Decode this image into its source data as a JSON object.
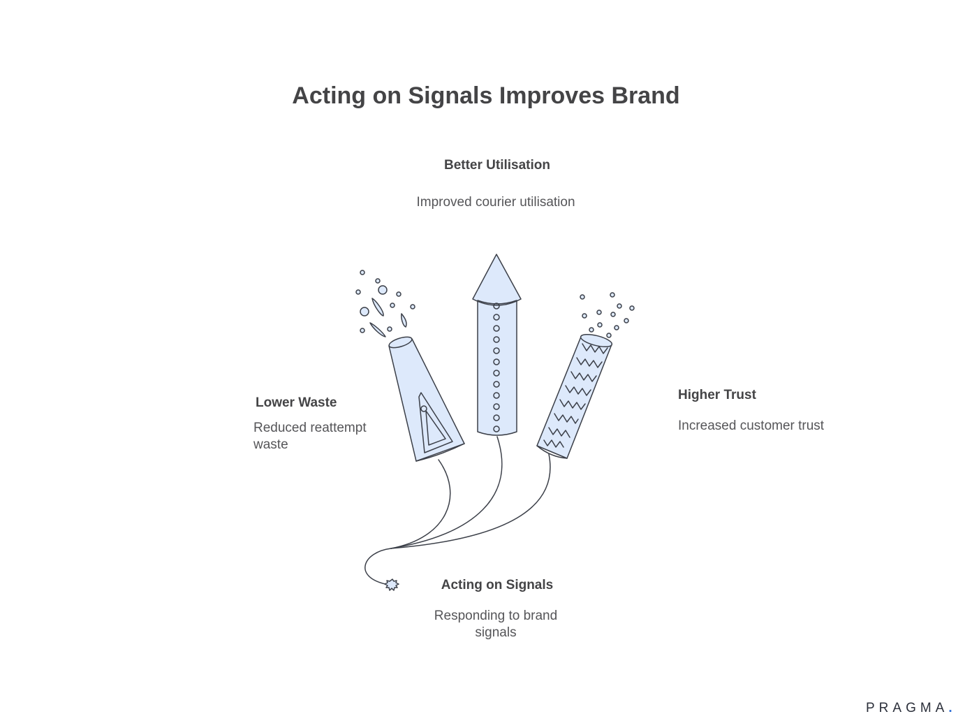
{
  "title": "Acting on Signals Improves Brand",
  "nodes": {
    "top": {
      "heading": "Better Utilisation",
      "description": "Improved courier utilisation"
    },
    "left": {
      "heading": "Lower Waste",
      "description": "Reduced reattempt waste"
    },
    "right": {
      "heading": "Higher Trust",
      "description": "Increased customer trust"
    },
    "bottom": {
      "heading": "Acting on Signals",
      "description": "Responding to brand signals"
    }
  },
  "logo": {
    "text": "PRAGMA",
    "dot": "."
  },
  "colors": {
    "fill": "#dde9fb",
    "stroke": "#3b3f48",
    "text": "#444446",
    "accent": "#2f6fd6"
  },
  "icons": [
    "cone-rocket",
    "tall-rocket",
    "zigzag-rocket",
    "fuse-spark"
  ]
}
